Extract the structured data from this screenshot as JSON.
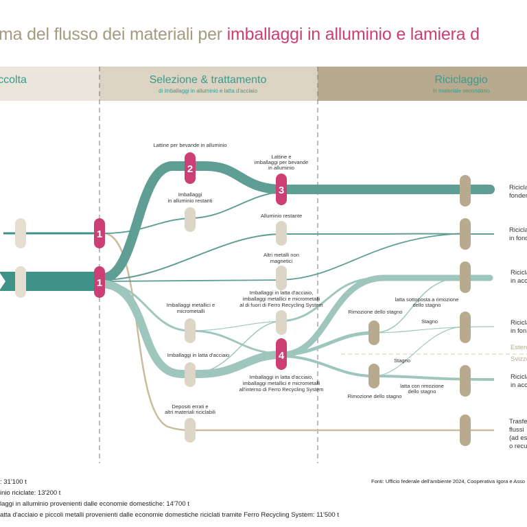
{
  "title": {
    "part1": "ma del flusso dei materiali per ",
    "part2": "imballaggi in alluminio e lamiera d"
  },
  "colors": {
    "dark_teal": "#5e9e94",
    "light_teal": "#9fc6bd",
    "magenta": "#cc3f74",
    "node_light": "#ddd5c5",
    "node_dark": "#b8aa8e",
    "title_gray": "#a39b7f"
  },
  "sections": [
    {
      "title": "ccolta",
      "subtitle": ""
    },
    {
      "title": "Selezione & trattamento",
      "subtitle": "di imballaggi in alluminio e latta d'acciaio"
    },
    {
      "title": "Riciclaggio",
      "subtitle": "in materiale secondario"
    }
  ],
  "node_numbers": {
    "n1": "1",
    "n2": "2",
    "n3": "3",
    "n4": "4"
  },
  "labels": {
    "lattine_bevande": "Lattine per bevande in alluminio",
    "imb_restanti": [
      "Imballaggi",
      "in alluminio restanti"
    ],
    "lattine_imb": [
      "Lattine e",
      "imballaggi per bevande",
      "in alluminio"
    ],
    "alluminio_restante": "Alluminio restante",
    "altri_metalli": [
      "Altri metalli non",
      "magnetici"
    ],
    "imb_metallici": [
      "Imballaggi metallici e",
      "micrometalli"
    ],
    "fuori_frs": [
      "Imballaggi in latta d'acciaio,",
      "imballaggi metallici e micrometalli",
      "al di fuori di Ferro Recycling System"
    ],
    "imb_latta": "Imballaggi in latta d'acciaio",
    "interno_frs": [
      "Imballaggi in latta d'acciaio,",
      "imballaggi metallici e micrometalli",
      "all'interno di Ferro Recycling System"
    ],
    "depositi": [
      "Depositi errati e",
      "altri materiali riciclabili"
    ],
    "rimozione_1": "Rimozione dello stagno",
    "rimozione_2": "Rimozione dello stagno",
    "latta_sottoposta": [
      "latta sottoposta a rimozione",
      "dello stagno"
    ],
    "stagno_1": "Stagno",
    "stagno_2": "Stagno",
    "latta_con": [
      "latta con rimozione",
      "dello stagno"
    ]
  },
  "outputs": [
    [
      "Ricicla",
      "fonder"
    ],
    [
      "Ricicla",
      "in fond"
    ],
    [
      "Ricicla",
      "in acc"
    ],
    [
      "Ricicla",
      "in fon"
    ],
    [
      "Ricicla",
      "in acc"
    ],
    [
      "Trasfe",
      "flussi",
      "(ad es",
      "o recu"
    ]
  ],
  "region": {
    "estero": "Estero",
    "svizzera": "Svizze"
  },
  "footer": {
    "lines": [
      ": 31'100 t",
      "inio riciclate: 13'200 t",
      "laggi in alluminio provenienti dalle economie domestiche: 14'700 t",
      "atta d'acciaio e piccoli metalli provenienti dalle economie domestiche riciclati tramite Ferro Recycling System: 11'500 t"
    ],
    "sources": "Fonti: Ufficio federale dell'ambiente 2024, Cooperativa Igora e Asso"
  }
}
